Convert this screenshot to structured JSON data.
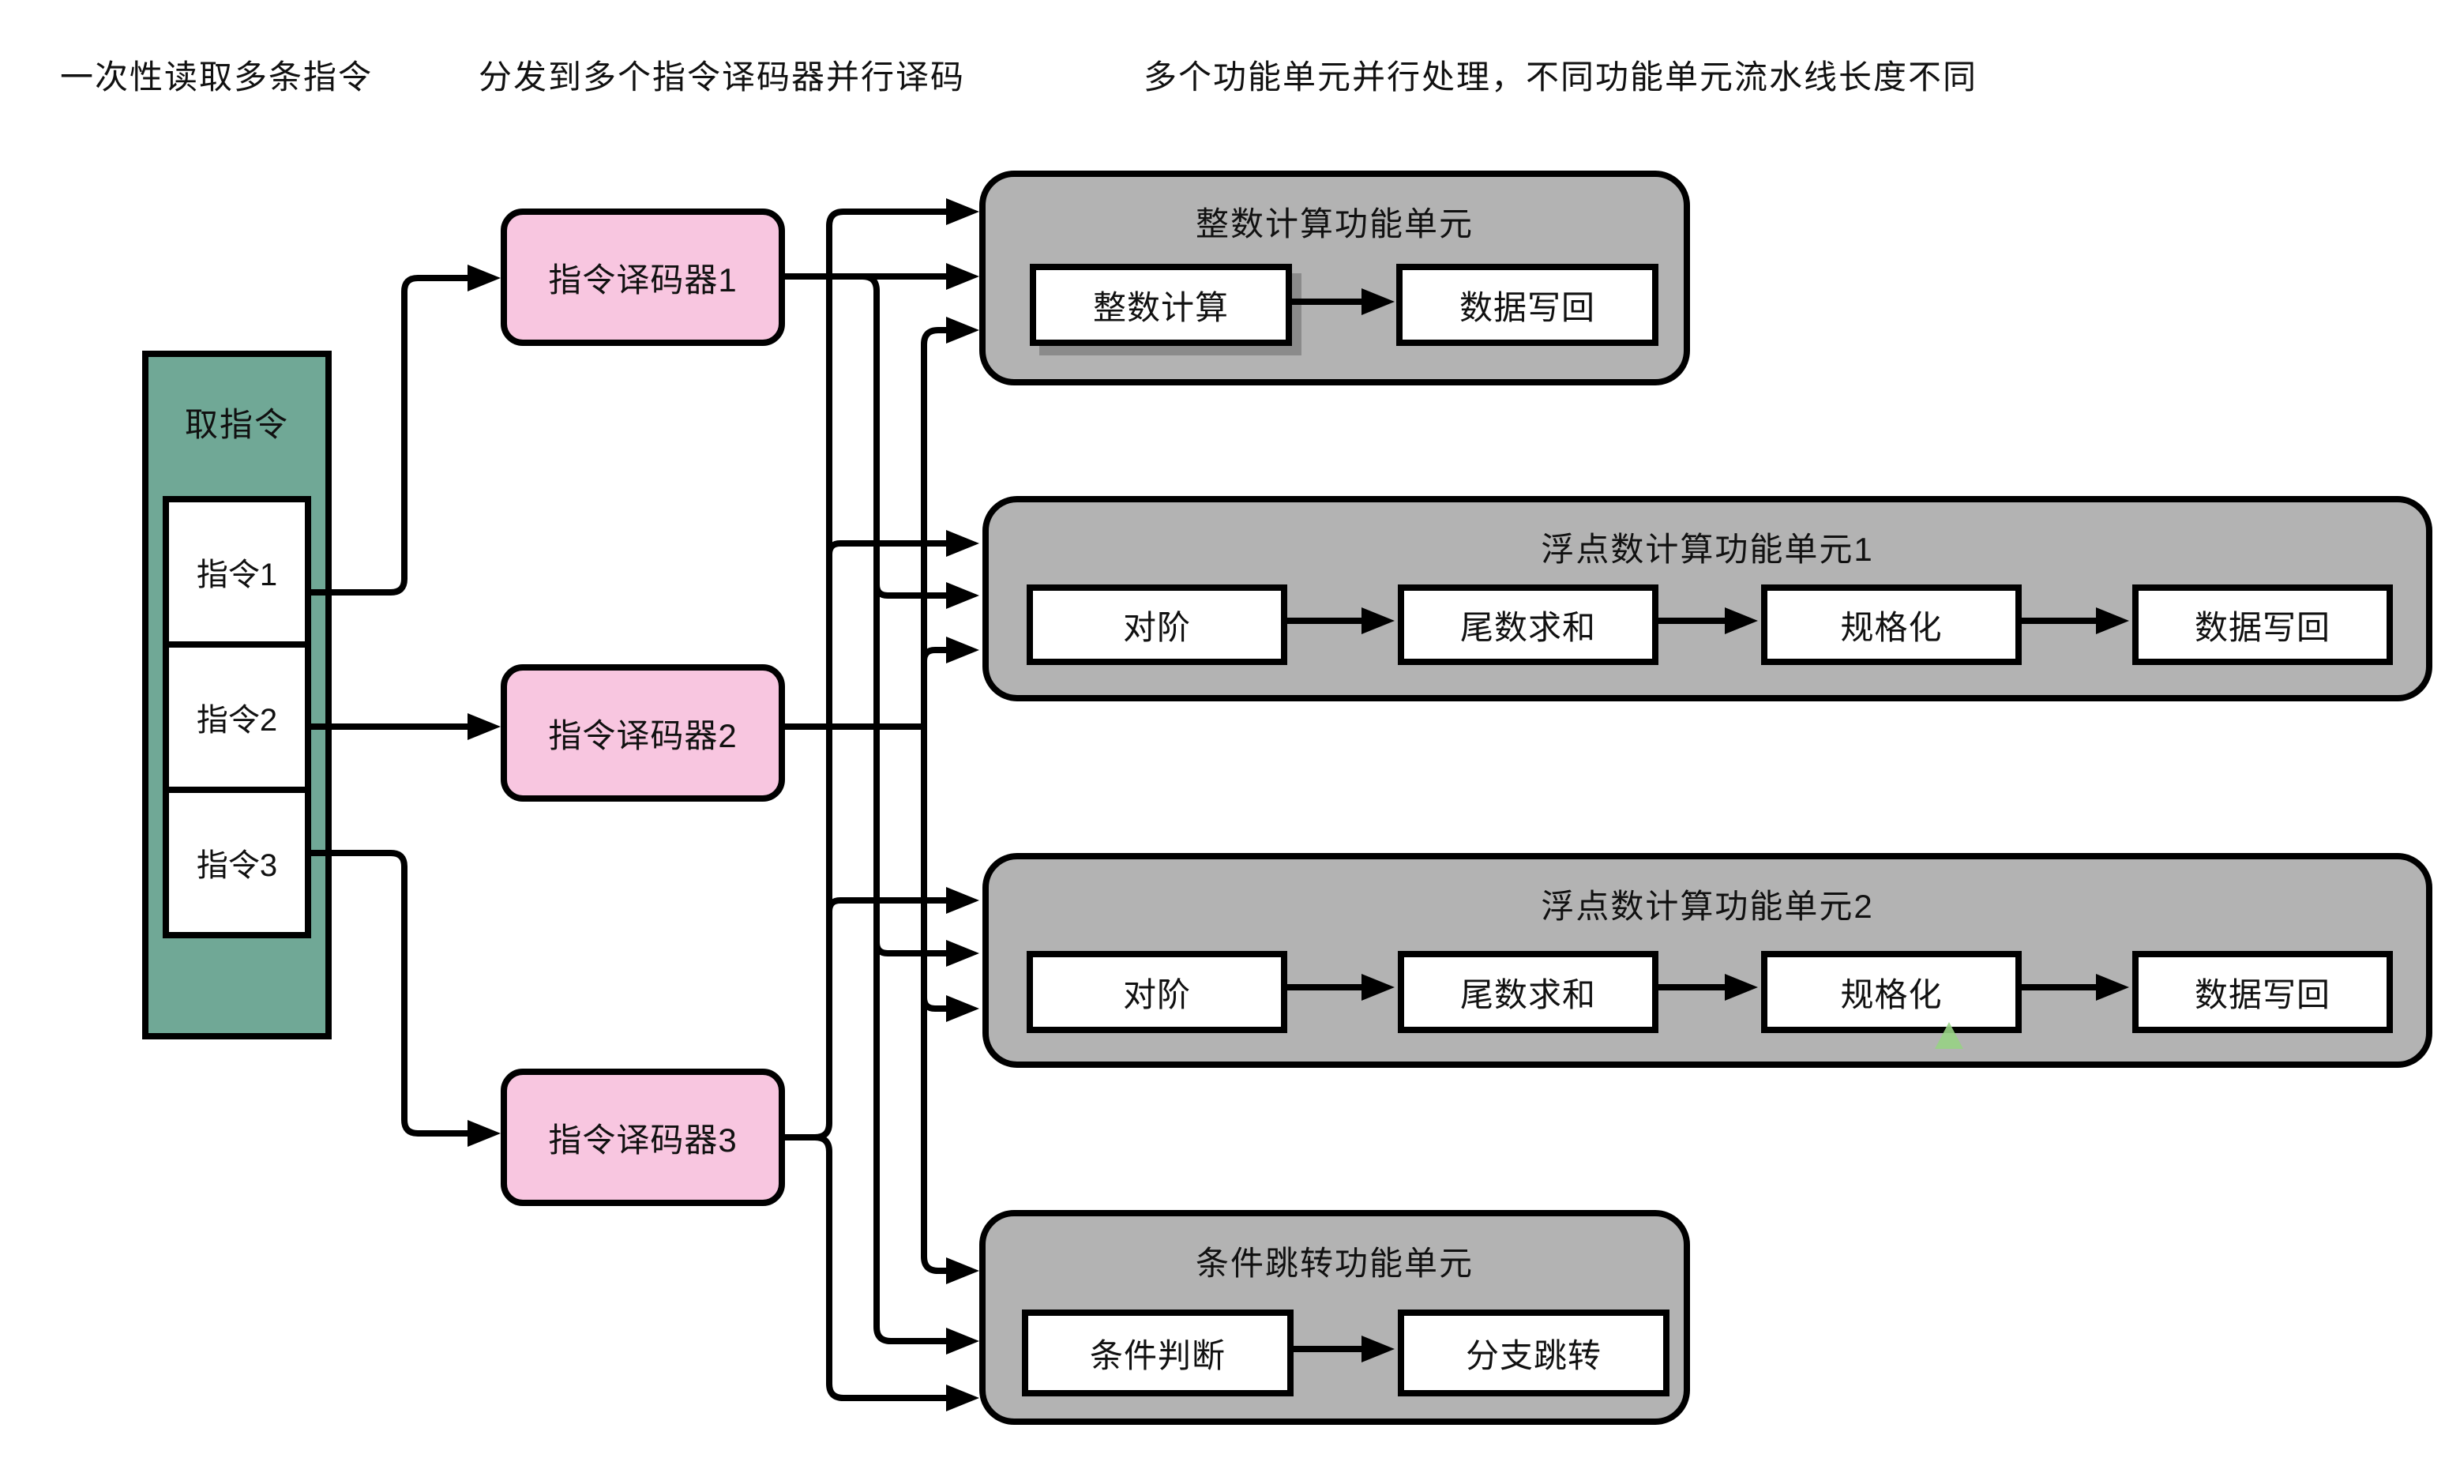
{
  "annotations": {
    "fetch": "一次性读取多条指令",
    "dispatch": "分发到多个指令译码器并行译码",
    "execute": "多个功能单元并行处理，不同功能单元流水线长度不同"
  },
  "fetch_unit": {
    "title": "取指令",
    "instructions": [
      {
        "label": "指令1"
      },
      {
        "label": "指令2"
      },
      {
        "label": "指令3"
      }
    ]
  },
  "decoders": [
    {
      "label": "指令译码器1"
    },
    {
      "label": "指令译码器2"
    },
    {
      "label": "指令译码器3"
    }
  ],
  "functional_units": [
    {
      "title": "整数计算功能单元",
      "stages": [
        "整数计算",
        "数据写回"
      ]
    },
    {
      "title": "浮点数计算功能单元1",
      "stages": [
        "对阶",
        "尾数求和",
        "规格化",
        "数据写回"
      ]
    },
    {
      "title": "浮点数计算功能单元2",
      "stages": [
        "对阶",
        "尾数求和",
        "规格化",
        "数据写回"
      ]
    },
    {
      "title": "条件跳转功能单元",
      "stages": [
        "条件判断",
        "分支跳转"
      ]
    }
  ],
  "colors": {
    "fetch_fill": "#70A896",
    "decoder_fill": "#F8C6E0",
    "unit_fill": "#B3B3B3",
    "line": "#000000",
    "cursor_green": "#97D284"
  }
}
